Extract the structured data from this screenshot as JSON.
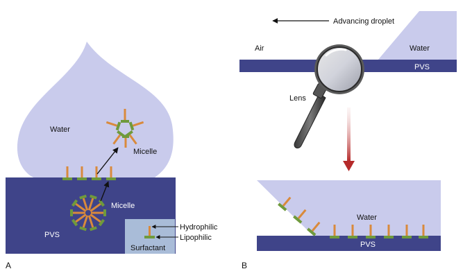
{
  "panel_a": {
    "panel_letter": "A",
    "water_label": "Water",
    "micelle_top_label": "Micelle",
    "micelle_bottom_label": "Micelle",
    "pvs_label": "PVS",
    "legend": {
      "hydrophilic_label": "Hydrophilic",
      "lipophilic_label": "Lipophilic",
      "surfactant_label": "Surfactant"
    }
  },
  "panel_b": {
    "panel_letter": "B",
    "advancing_label": "Advancing droplet",
    "air_label": "Air",
    "water_top_label": "Water",
    "pvs_top_label": "PVS",
    "lens_label": "Lens",
    "water_bottom_label": "Water",
    "pvs_bottom_label": "PVS"
  },
  "colors": {
    "water": "#c9cbec",
    "pvs": "#3f4489",
    "hydrophilic": "#d98a3c",
    "lipophilic": "#6f9a3c",
    "legend_box": "#a9bcd8",
    "arrow_red": "#b52a2a"
  },
  "icons": [
    "magnifying-glass-icon",
    "arrow-left-icon",
    "arrow-down-icon"
  ]
}
